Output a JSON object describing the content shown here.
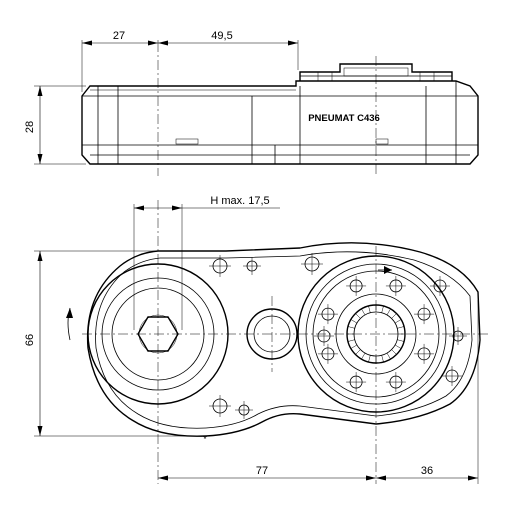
{
  "dimensions": {
    "top_width_left": "27",
    "top_width_right": "49,5",
    "height": "28",
    "h_max": "H max. 17,5",
    "side_height": "66",
    "bottom_left": "77",
    "bottom_right": "36"
  },
  "model_label": "PNEUMAT C436"
}
